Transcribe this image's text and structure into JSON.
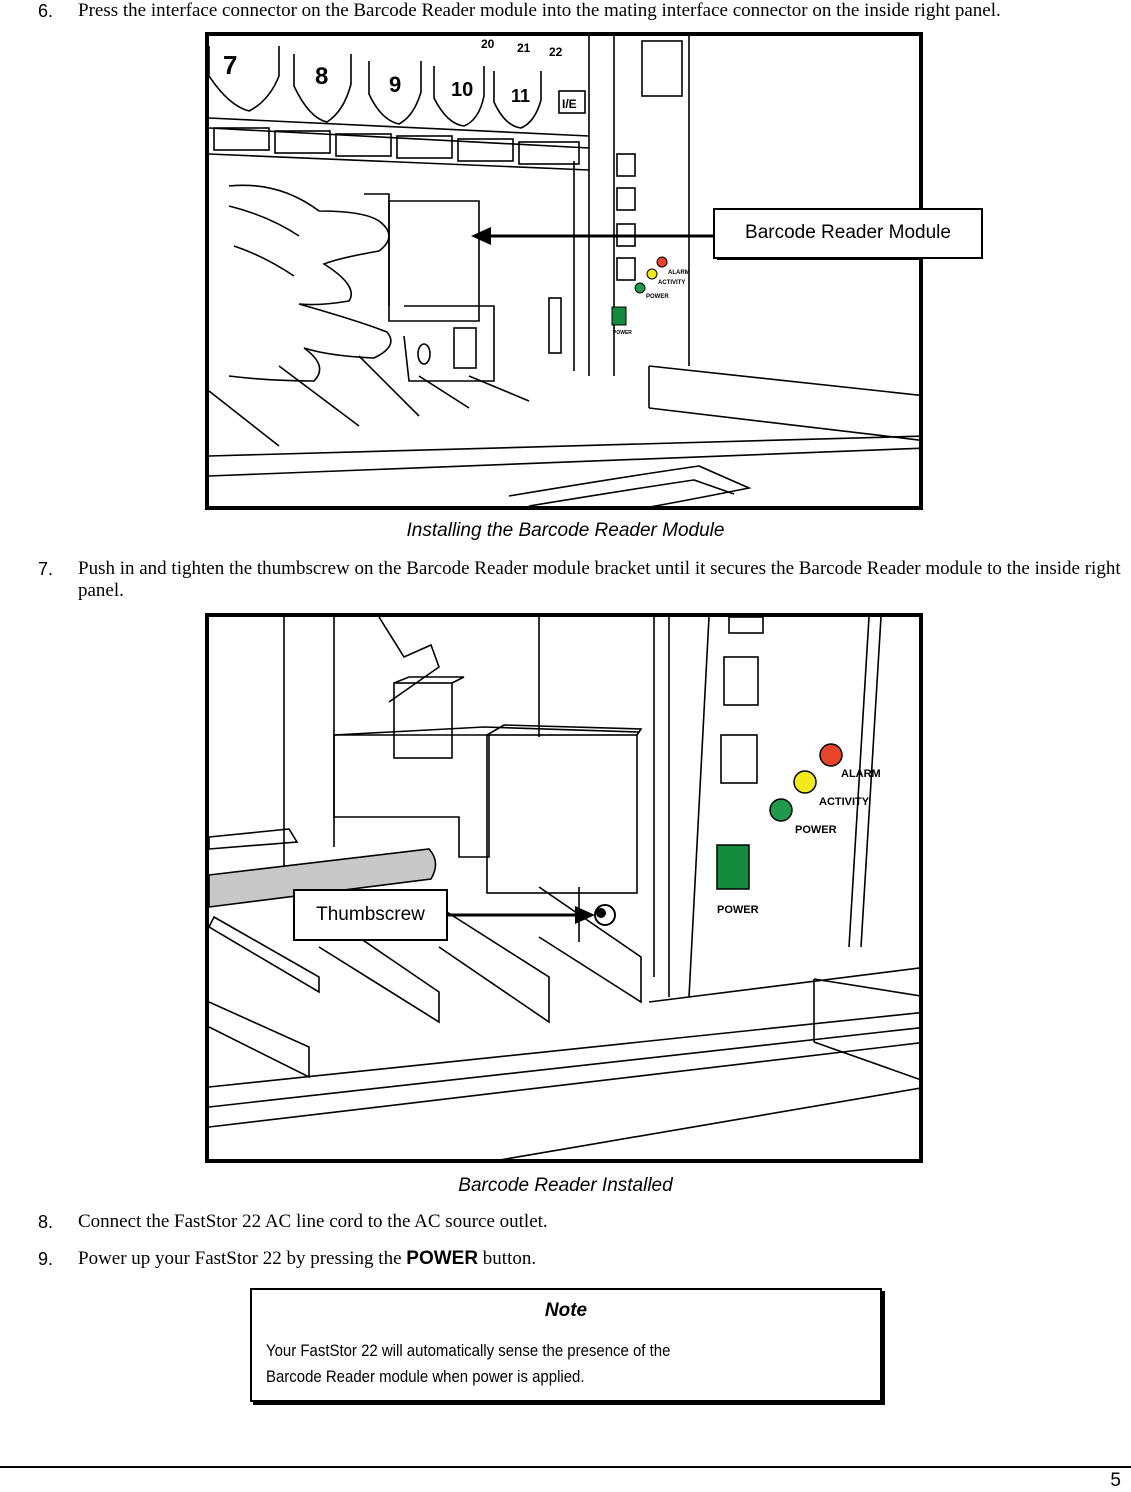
{
  "steps": [
    {
      "num": "6.",
      "text": "Press the interface connector on the Barcode Reader module into the mating interface connector on the inside right panel."
    },
    {
      "num": "7.",
      "text": "Push in and tighten the thumbscrew on the Barcode Reader module bracket until it secures the Barcode Reader module to the inside right panel."
    },
    {
      "num": "8.",
      "text": "Connect the FastStor 22 AC line cord to the AC source outlet."
    },
    {
      "num": "9.",
      "text_before": "Power up your FastStor 22 by pressing the ",
      "text_bold": "POWER",
      "text_after": " button."
    }
  ],
  "figures": [
    {
      "caption": "Installing the Barcode Reader Module",
      "callout": "Barcode Reader Module",
      "slot_numbers": [
        "7",
        "8",
        "9",
        "10",
        "11",
        "20",
        "21",
        "22"
      ],
      "panel_labels": {
        "ie": "I/E",
        "alarm": "ALARM",
        "activity": "ACTIVITY",
        "power_led": "POWER",
        "power_button": "POWER"
      }
    },
    {
      "caption": "Barcode Reader Installed",
      "callout": "Thumbscrew",
      "panel_labels": {
        "alarm": "ALARM",
        "activity": "ACTIVITY",
        "power_led": "POWER",
        "power_button": "POWER"
      }
    }
  ],
  "note": {
    "title": "Note",
    "line1": "Your FastStor 22 will automatically sense the presence of the",
    "line2": "Barcode Reader module when power is applied."
  },
  "page_number": "5",
  "colors": {
    "led_red": "#e8442c",
    "led_yellow": "#f2ea1c",
    "led_green": "#1f9a4a",
    "power_button": "#138a3c",
    "roller_gray": "#c8c8c8"
  }
}
